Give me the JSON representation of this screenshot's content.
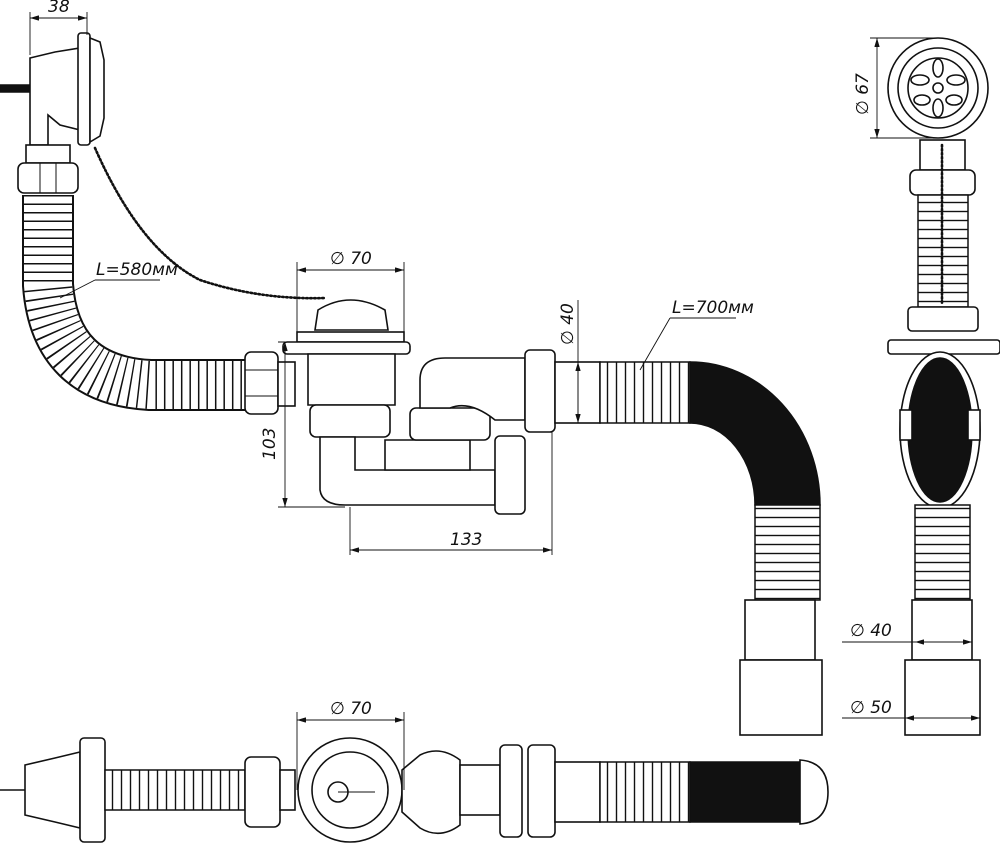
{
  "title": "Bath siphon with overflow – technical drawing",
  "dimensions": {
    "overflow_depth": "38",
    "overflow_hose_length": "L=580мм",
    "strainer_diameter_top": "∅ 70",
    "trap_height": "103",
    "trap_length": "133",
    "outlet_diameter": "∅ 40",
    "outlet_hose_length": "L=700мм",
    "grate_diameter": "∅ 67",
    "hose_end_inner_diameter": "∅ 40",
    "hose_end_outer_diameter": "∅ 50",
    "strainer_diameter_bottom": "∅ 70"
  }
}
